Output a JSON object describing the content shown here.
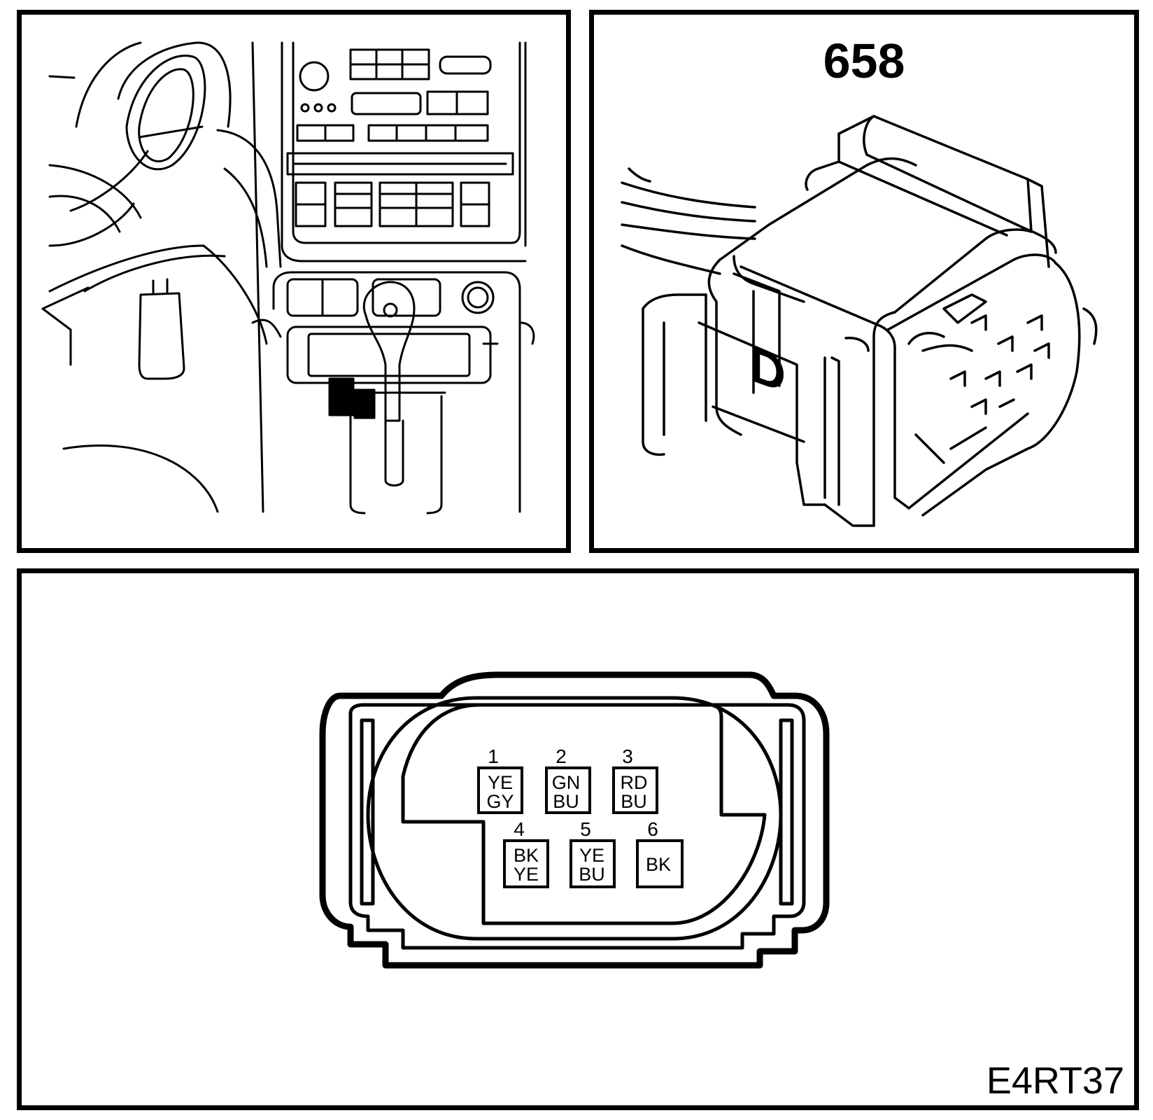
{
  "connector": {
    "number": "658",
    "key_letter": "D"
  },
  "pins": [
    {
      "number": "1",
      "color_line1": "YE",
      "color_line2": "GY"
    },
    {
      "number": "2",
      "color_line1": "GN",
      "color_line2": "BU"
    },
    {
      "number": "3",
      "color_line1": "RD",
      "color_line2": "BU"
    },
    {
      "number": "4",
      "color_line1": "BK",
      "color_line2": "YE"
    },
    {
      "number": "5",
      "color_line1": "YE",
      "color_line2": "BU"
    },
    {
      "number": "6",
      "color_line1": "BK",
      "color_line2": ""
    }
  ],
  "figure_code": "E4RT37"
}
